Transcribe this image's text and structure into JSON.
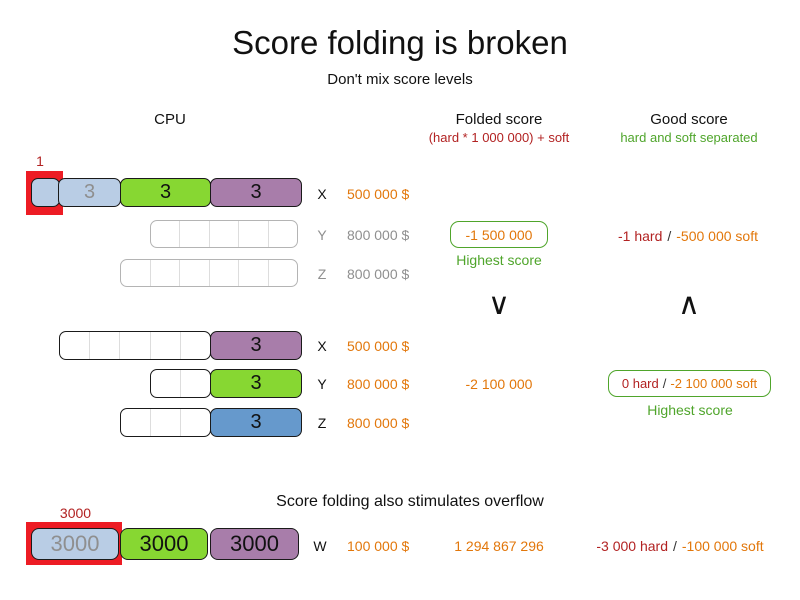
{
  "colors": {
    "orange": "#e2770b",
    "dark_red": "#b22222",
    "bright_red": "#ed1c24",
    "green_text": "#4fa52b",
    "gray_text": "#8f8f8f",
    "box_blue_light": "#b9cde5",
    "box_green": "#87d732",
    "box_purple": "#a87daa",
    "box_blue": "#6699cc"
  },
  "header": {
    "title": "Score folding is broken",
    "subtitle": "Don't mix score levels"
  },
  "columns": {
    "cpu": "CPU",
    "folded_label": "Folded score",
    "folded_formula": "(hard * 1 000 000) + soft",
    "good_label": "Good score",
    "good_formula": "hard and soft separated"
  },
  "plan_a": {
    "x": {
      "label": "X",
      "cost": "500 000 $",
      "marker": "1",
      "seg_blue": "3",
      "seg_green": "3",
      "seg_purple": "3"
    },
    "y": {
      "label": "Y",
      "cost": "800 000 $"
    },
    "z": {
      "label": "Z",
      "cost": "800 000 $"
    },
    "folded_score": "-1 500 000",
    "folded_note": "Highest score",
    "good_hard": "-1 hard",
    "good_slash": "/",
    "good_soft": "-500 000 soft"
  },
  "comparison": {
    "folded_symbol": "∨",
    "good_symbol": "∧"
  },
  "plan_b": {
    "x": {
      "label": "X",
      "cost": "500 000 $",
      "seg": "3"
    },
    "y": {
      "label": "Y",
      "cost": "800 000 $",
      "seg": "3"
    },
    "z": {
      "label": "Z",
      "cost": "800 000 $",
      "seg": "3"
    },
    "folded_score": "-2 100 000",
    "good_hard": "0 hard",
    "good_slash": "/",
    "good_soft": "-2 100 000 soft",
    "good_note": "Highest score"
  },
  "overflow": {
    "caption": "Score folding also stimulates overflow",
    "marker": "3000",
    "w": {
      "label": "W",
      "cost": "100 000 $",
      "seg_blue": "3000",
      "seg_green": "3000",
      "seg_purple": "3000"
    },
    "folded_score": "1 294 867 296",
    "good_hard": "-3 000 hard",
    "good_slash": "/",
    "good_soft": "-100 000 soft"
  }
}
